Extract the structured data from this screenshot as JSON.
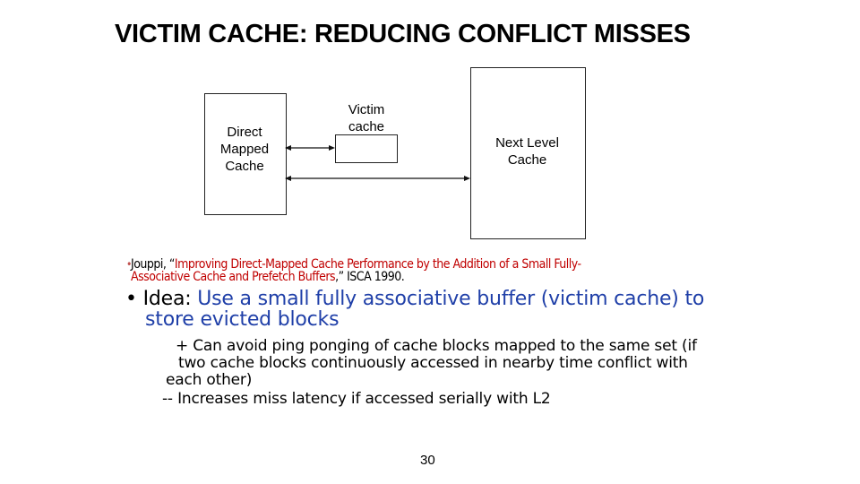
{
  "title": "VICTIM CACHE: REDUCING CONFLICT MISSES",
  "diagram": {
    "direct_mapped": [
      "Direct",
      "Mapped",
      "Cache"
    ],
    "victim": [
      "Victim",
      "cache"
    ],
    "next_level": [
      "Next Level",
      "Cache"
    ]
  },
  "citation": {
    "bullet": "•",
    "prefix": "Jouppi, “",
    "paper_title_line1": "Improving Direct-Mapped Cache Performance by the Addition of a Small Fully-",
    "paper_title_line2": "Associative Cache and Prefetch Buffers",
    "suffix": ",” ISCA 1990."
  },
  "idea": {
    "bullet": "•",
    "label": "Idea: ",
    "text_line1": "Use a small fully associative buffer (victim cache) to",
    "text_line2": "store evicted blocks"
  },
  "pros_cons": [
    [
      "+ Can avoid ping ponging of cache blocks mapped to the same set (if",
      "two cache blocks continuously accessed in nearby time conflict with",
      "each other)"
    ],
    [
      "-- Increases miss latency if accessed serially with L2"
    ]
  ],
  "page_number": "30"
}
